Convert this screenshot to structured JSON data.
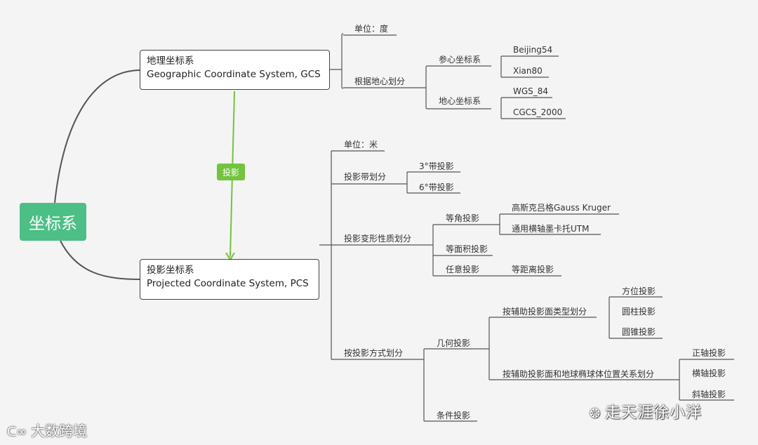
{
  "root": {
    "label": "坐标系"
  },
  "gcs": {
    "line1": "地理坐标系",
    "line2": "Geographic Coordinate System, GCS"
  },
  "pcs": {
    "line1": "投影坐标系",
    "line2": "Projected Coordinate System, PCS"
  },
  "projection_tag": "投影",
  "gcs_branches": {
    "unit": "单位：度",
    "by_center": "根据地心划分",
    "reference": "参心坐标系",
    "beijing54": "Beijing54",
    "xian80": "Xian80",
    "geocentric": "地心坐标系",
    "wgs84": "WGS_84",
    "cgcs2000": "CGCS_2000"
  },
  "pcs_branches": {
    "unit": "单位：米",
    "zone": "投影带划分",
    "zone3": "3°带投影",
    "zone6": "6°带投影",
    "distortion": "投影变形性质划分",
    "conformal": "等角投影",
    "gauss": "高斯克吕格Gauss Kruger",
    "utm": "通用横轴墨卡托UTM",
    "equal_area": "等面积投影",
    "arbitrary": "任意投影",
    "equidistant": "等距离投影",
    "method": "按投影方式划分",
    "geometric": "几何投影",
    "by_surface": "按辅助投影面类型划分",
    "azimuthal": "方位投影",
    "cylindrical": "圆柱投影",
    "conic": "圆锥投影",
    "by_position": "按辅助投影面和地球椭球体位置关系划分",
    "normal": "正轴投影",
    "transverse": "横轴投影",
    "oblique": "斜轴投影",
    "conditional": "条件投影"
  },
  "watermarks": {
    "wechat": "走天涯徐小洋",
    "brand": "大数跨境"
  },
  "colors": {
    "root": "#4cbf86",
    "tag": "#72c43c",
    "arrow": "#72c43c",
    "line": "#555555"
  }
}
